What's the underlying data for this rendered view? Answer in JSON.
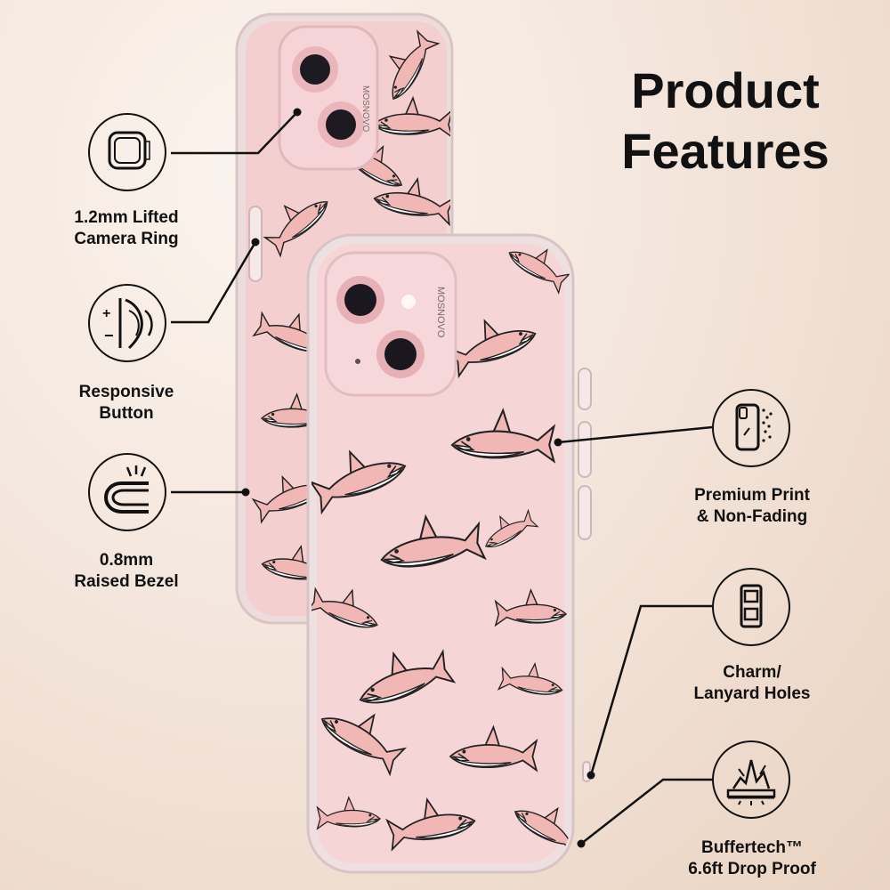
{
  "title": "Product\nFeatures",
  "brand_mark": "MOSNOVO",
  "colors": {
    "case_pink": "#f3c9c8",
    "shark_pink": "#f0b7b4",
    "phone_pink": "#f2c2c6",
    "line": "#111111"
  },
  "features": [
    {
      "icon": "camera-ring-icon",
      "label": "1.2mm Lifted\nCamera Ring"
    },
    {
      "icon": "responsive-button-icon",
      "label": "Responsive\nButton"
    },
    {
      "icon": "raised-bezel-icon",
      "label": "0.8mm\nRaised Bezel"
    },
    {
      "icon": "premium-print-icon",
      "label": "Premium Print\n& Non-Fading"
    },
    {
      "icon": "lanyard-holes-icon",
      "label": "Charm/\nLanyard Holes"
    },
    {
      "icon": "drop-proof-icon",
      "label": "Buffertech™\n6.6ft Drop Proof"
    }
  ]
}
